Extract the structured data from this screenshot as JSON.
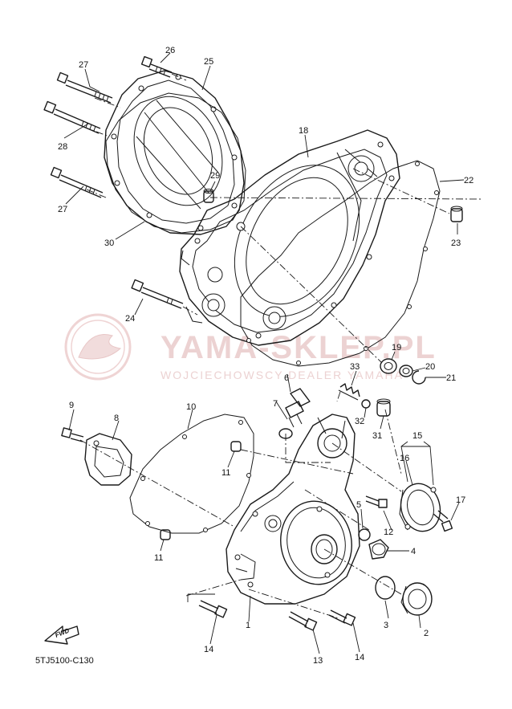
{
  "diagram": {
    "code": "5TJ5100-C130",
    "fwd_label": "FWD",
    "watermark": {
      "title": "YAMA-SKLEP.PL",
      "subtitle": "WOJCIECHOWSCY DEALER YAMAHA"
    },
    "callouts": [
      {
        "id": "c1",
        "label": "1"
      },
      {
        "id": "c2",
        "label": "2"
      },
      {
        "id": "c3",
        "label": "3"
      },
      {
        "id": "c4",
        "label": "4"
      },
      {
        "id": "c5",
        "label": "5"
      },
      {
        "id": "c6",
        "label": "6"
      },
      {
        "id": "c7",
        "label": "7"
      },
      {
        "id": "c8",
        "label": "8"
      },
      {
        "id": "c9",
        "label": "9"
      },
      {
        "id": "c10",
        "label": "10"
      },
      {
        "id": "c11a",
        "label": "11"
      },
      {
        "id": "c11b",
        "label": "11"
      },
      {
        "id": "c12",
        "label": "12"
      },
      {
        "id": "c13",
        "label": "13"
      },
      {
        "id": "c14a",
        "label": "14"
      },
      {
        "id": "c14b",
        "label": "14"
      },
      {
        "id": "c15",
        "label": "15"
      },
      {
        "id": "c16",
        "label": "16"
      },
      {
        "id": "c17",
        "label": "17"
      },
      {
        "id": "c18",
        "label": "18"
      },
      {
        "id": "c19",
        "label": "19"
      },
      {
        "id": "c20",
        "label": "20"
      },
      {
        "id": "c21",
        "label": "21"
      },
      {
        "id": "c22",
        "label": "22"
      },
      {
        "id": "c23",
        "label": "23"
      },
      {
        "id": "c24",
        "label": "24"
      },
      {
        "id": "c25",
        "label": "25"
      },
      {
        "id": "c26",
        "label": "26"
      },
      {
        "id": "c27a",
        "label": "27"
      },
      {
        "id": "c27b",
        "label": "27"
      },
      {
        "id": "c28",
        "label": "28"
      },
      {
        "id": "c29",
        "label": "29"
      },
      {
        "id": "c30",
        "label": "30"
      },
      {
        "id": "c31",
        "label": "31"
      },
      {
        "id": "c32",
        "label": "32"
      },
      {
        "id": "c33",
        "label": "33"
      }
    ]
  }
}
